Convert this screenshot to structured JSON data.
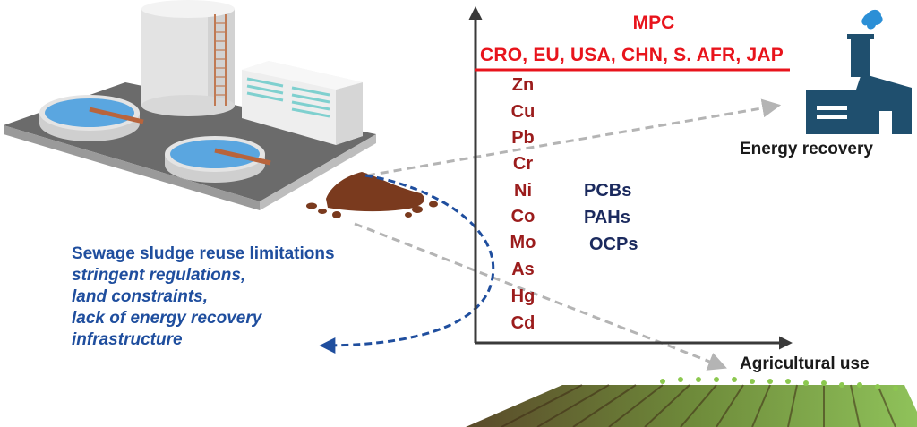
{
  "title": "Sewage sludge reuse: MPC regulations and pathways",
  "mpc": {
    "label": "MPC",
    "countries": "CRO, EU, USA, CHN, S. AFR, JAP"
  },
  "heavy_metals": [
    "Zn",
    "Cu",
    "Pb",
    "Cr",
    "Ni",
    "Co",
    "Mo",
    "As",
    "Hg",
    "Cd"
  ],
  "organic_pollutants": [
    "PCBs",
    "PAHs",
    "OCPs"
  ],
  "pathways": {
    "energy_recovery": "Energy recovery",
    "agricultural_use": "Agricultural use"
  },
  "limitations": {
    "heading": "Sewage sludge reuse limitations",
    "items": [
      "stringent regulations,",
      "land constraints,",
      "lack of energy recovery",
      "infrastructure"
    ]
  },
  "icons": {
    "plant": "wastewater-treatment-plant-icon",
    "sludge": "sludge-pile-icon",
    "factory": "factory-icon",
    "field": "crop-field-icon"
  },
  "colors": {
    "mpc_red": "#e8141c",
    "metal_red": "#9b1c1c",
    "organic_navy": "#1b2a5e",
    "limitation_blue": "#1f4e9e",
    "factory_blue": "#1f4f6e",
    "smoke_blue": "#2b8fd6",
    "sludge_brown": "#7a3a1e",
    "arrow_gray": "#b4b4b4"
  }
}
